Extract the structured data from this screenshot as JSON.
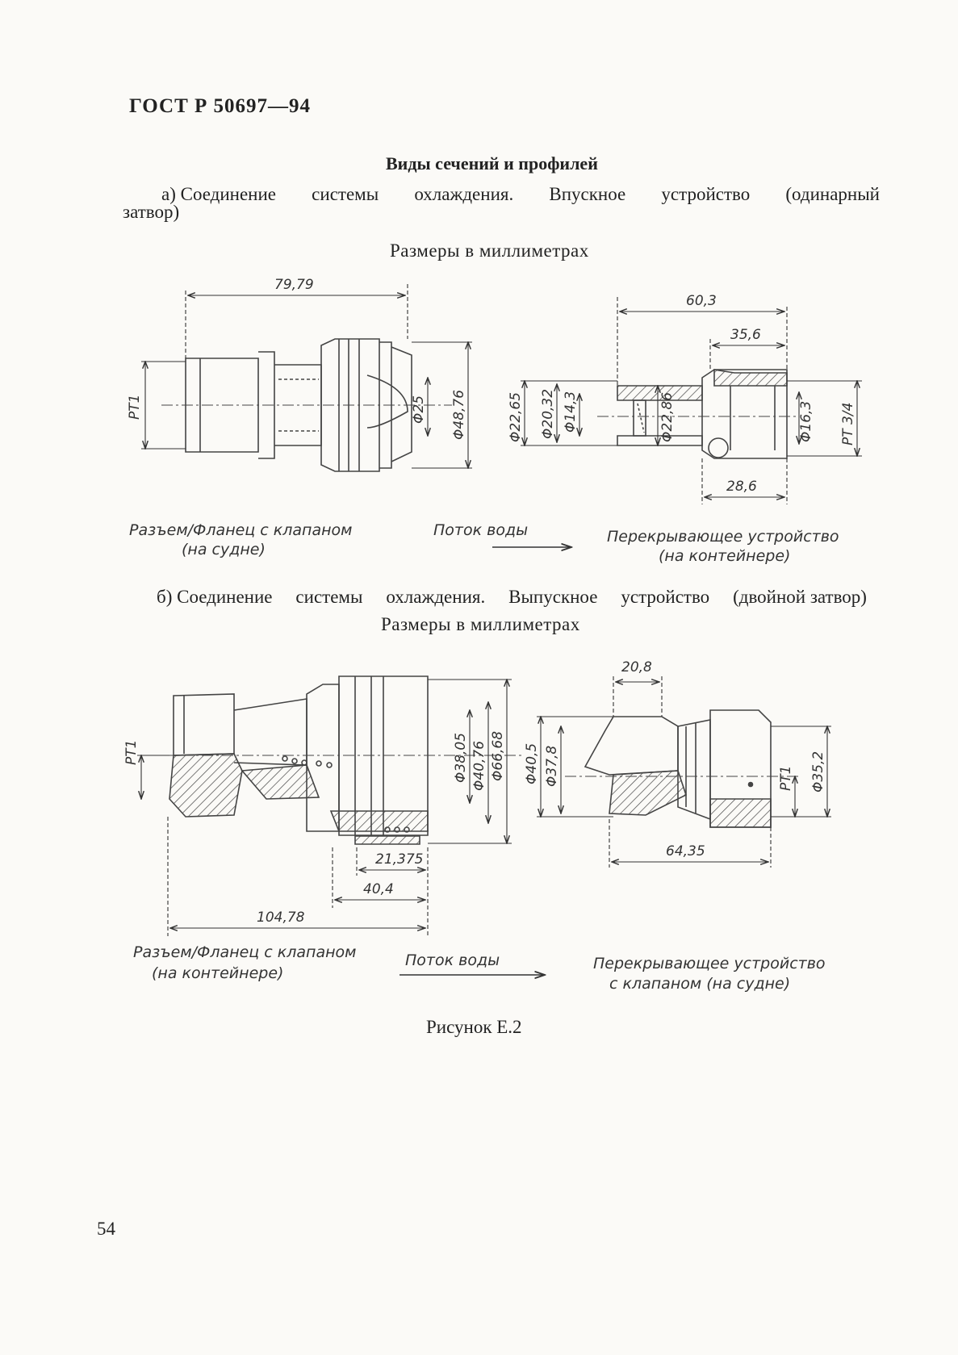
{
  "header": "ГОСТ Р 50697—94",
  "section_title": "Виды сечений и профилей",
  "para_a": {
    "line1_words": [
      "а) Соединение",
      "системы",
      "охлаждения.",
      "Впускное",
      "устройство",
      "(одинарный"
    ],
    "line2": "затвор)"
  },
  "dims_label_1": "Размеры в миллиметрах",
  "para_b": {
    "words": [
      "б) Соединение",
      "системы",
      "охлаждения.",
      "Выпускное",
      "устройство",
      "(двойной затвор)"
    ]
  },
  "dims_label_2": "Размеры в миллиметрах",
  "figure_a": {
    "left_part": {
      "dims": {
        "length": "79,79",
        "thread": "PT1",
        "d1": "Φ25",
        "d2": "Φ48,76"
      },
      "caption_1": "Разъем/Фланец с клапаном",
      "caption_2": "(на судне)"
    },
    "flow": "Поток воды",
    "right_part": {
      "dims": {
        "length_total": "60,3",
        "length_inner": "35,6",
        "d1": "Φ22,65",
        "d2": "Φ20,32",
        "d3": "Φ14,3",
        "d4": "Φ22,86",
        "d5": "Φ16,3",
        "thread": "PT 3/4",
        "length_b": "28,6"
      },
      "caption_1": "Перекрывающее устройство",
      "caption_2": "(на контейнере)"
    }
  },
  "figure_b": {
    "left_part": {
      "dims": {
        "thread": "PT1",
        "d1": "Φ38,05",
        "d2": "Φ40,76",
        "d3": "Φ66,68",
        "l1": "21,375",
        "l2": "40,4",
        "l3": "104,78"
      },
      "caption_1": "Разъем/Фланец с клапаном",
      "caption_2": "(на контейнере)"
    },
    "flow": "Поток воды",
    "right_part": {
      "dims": {
        "l1": "20,8",
        "d1": "Φ40,5",
        "d2": "Φ37,8",
        "thread": "PT1",
        "d3": "Φ35,2",
        "l2": "64,35"
      },
      "caption_1": "Перекрывающее устройство",
      "caption_2": "с клапаном (на судне)"
    }
  },
  "figure_caption": "Рисунок Е.2",
  "page_number": "54"
}
